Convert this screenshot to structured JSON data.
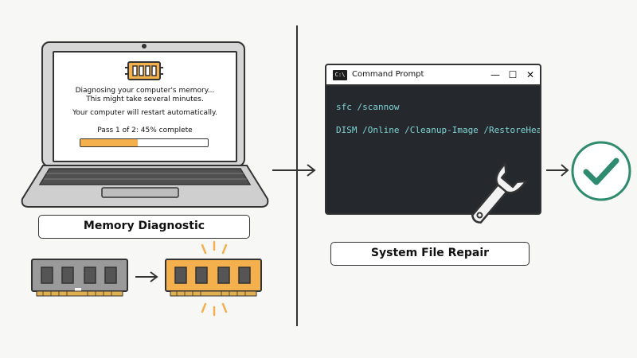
{
  "memory_diagnostic": {
    "screen_line1": "Diagnosing your computer's memory...",
    "screen_line2": "This might take several minutes.",
    "screen_line3": "Your computer will restart automatically.",
    "progress_text": "Pass 1 of 2: 45% complete",
    "progress_fraction": 0.45,
    "caption": "Memory Diagnostic"
  },
  "system_file_repair": {
    "window_title": "Command Prompt",
    "window_icon_text": "C:\\",
    "controls": {
      "minimize": "—",
      "maximize": "☐",
      "close": "✕"
    },
    "command1": "sfc /scannow",
    "command2": "DISM /Online /Cleanup-Image /RestoreHealth",
    "caption": "System File Repair"
  },
  "colors": {
    "accent_orange": "#f4b04d",
    "check_green": "#2e8b6e",
    "terminal_bg": "#25292d",
    "terminal_text": "#7fd3d6",
    "ram_gray": "#9a9a9a"
  },
  "icons": {
    "chip": "memory-chip-icon",
    "ram_before": "ram-module-icon",
    "ram_after": "ram-module-highlighted-icon",
    "wrench": "wrench-icon",
    "check": "check-circle-icon",
    "arrow": "arrow-right-icon"
  }
}
